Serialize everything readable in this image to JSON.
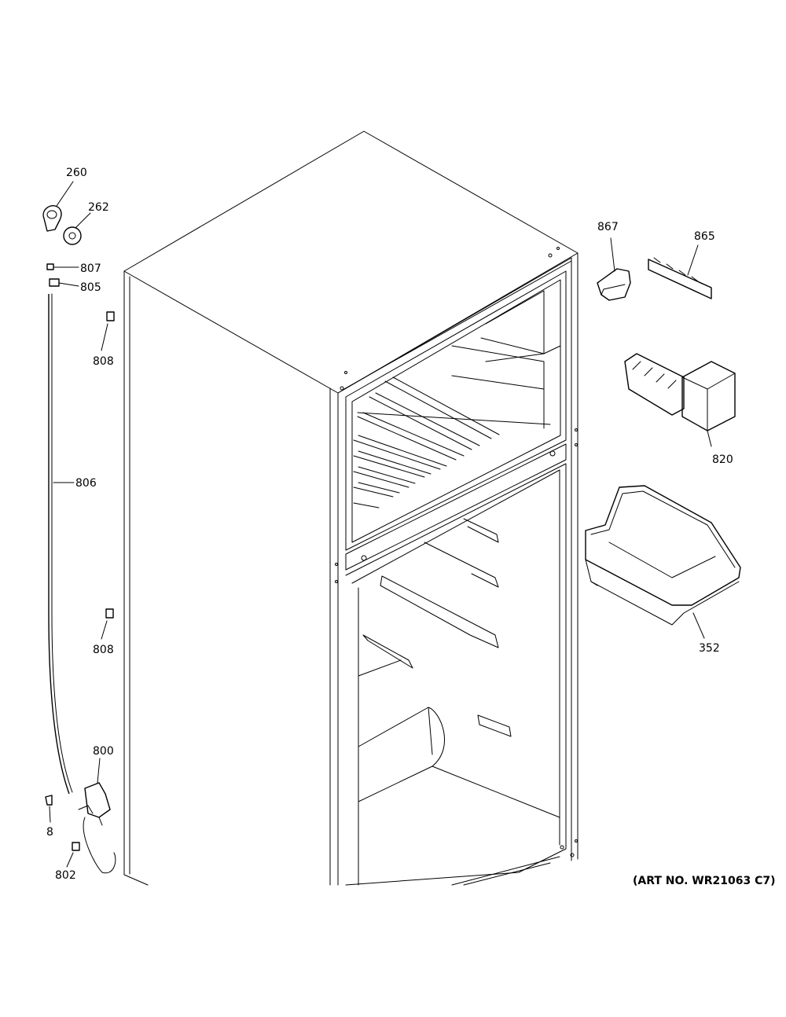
{
  "art_number": "(ART NO. WR21063 C7)",
  "callouts": {
    "c260": "260",
    "c262": "262",
    "c807": "807",
    "c805": "805",
    "c808a": "808",
    "c806": "806",
    "c808b": "808",
    "c800": "800",
    "c8": "8",
    "c802": "802",
    "c867": "867",
    "c865": "865",
    "c820": "820",
    "c352": "352"
  }
}
